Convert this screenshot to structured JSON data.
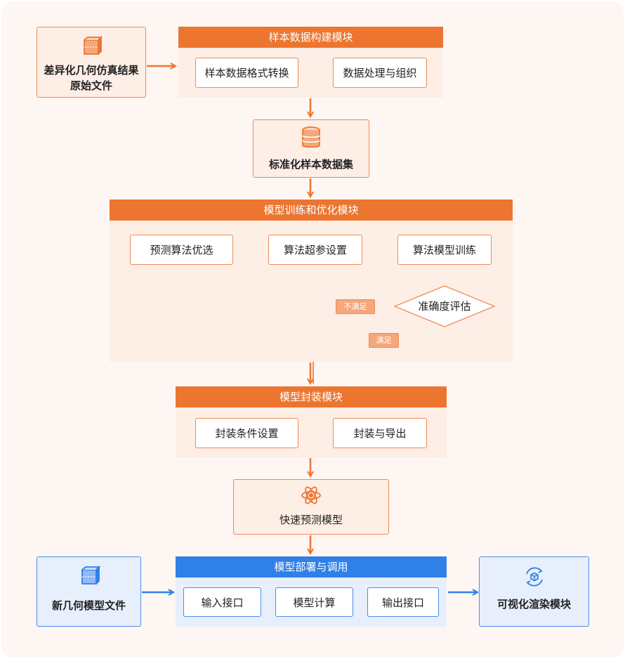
{
  "sources": {
    "raw_file": "差异化几何仿真结果\n原始文件",
    "new_file": "新几何模型文件"
  },
  "module1": {
    "title": "样本数据构建模块",
    "step1": "样本数据格式转换",
    "step2": "数据处理与组织"
  },
  "dataset": "标准化样本数据集",
  "module2": {
    "title": "模型训练和优化模块",
    "step1": "预测算法优选",
    "step2": "算法超参设置",
    "step3": "算法模型训练",
    "decision": "准确度评估",
    "not_met": "不满足",
    "met": "满足"
  },
  "module3": {
    "title": "模型封装模块",
    "step1": "封装条件设置",
    "step2": "封装与导出"
  },
  "fast_model": "快速预测模型",
  "module4": {
    "title": "模型部署与调用",
    "step1": "输入接口",
    "step2": "模型计算",
    "step3": "输出接口"
  },
  "render_module": "可视化渲染模块",
  "colors": {
    "orange": "#ec7530",
    "orange_light": "#fdeee6",
    "blue": "#2f80e8",
    "blue_light": "#e7effc"
  }
}
